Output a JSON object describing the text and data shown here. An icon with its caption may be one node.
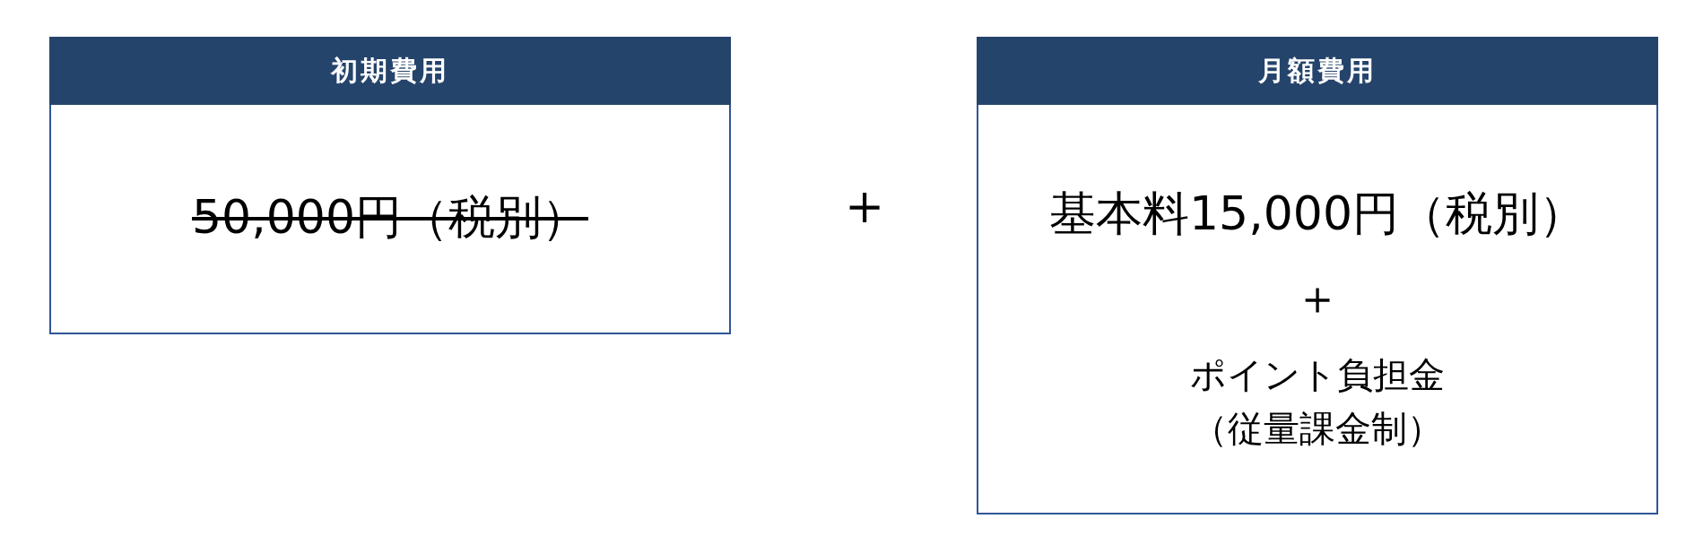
{
  "diagram": {
    "nodes": [
      {
        "text": [
          "初期費用",
          "50,000円（税別）"
        ]
      },
      {
        "text": [
          "月額費用",
          "基本料15,000円（税別）",
          "＋",
          "ポイント負担金（従量課金制）"
        ]
      }
    ],
    "edges": [],
    "labels": [
      "＋"
    ]
  }
}
